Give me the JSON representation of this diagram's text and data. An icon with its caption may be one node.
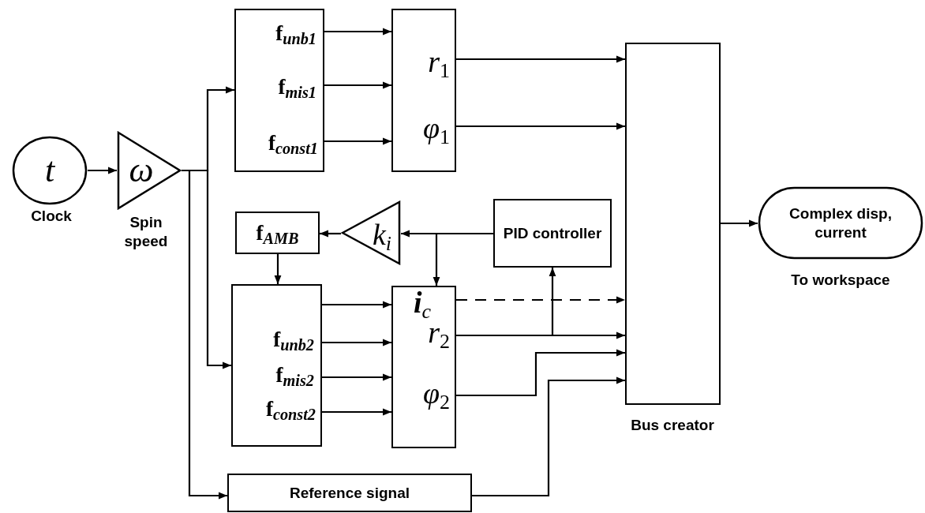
{
  "diagram": {
    "nodes": [
      {
        "text": [
          "t"
        ],
        "beside": [
          "Clock"
        ]
      },
      {
        "text": [
          "ω"
        ],
        "beside": [
          "Spin speed"
        ]
      },
      {
        "text": [
          "**f**$_{unb1}$",
          "**f**$_{mis1}$",
          "**f**$_{const1}$"
        ]
      },
      {
        "text": [
          "*r*$_{1}$",
          "*φ*$_{1}$"
        ]
      },
      {
        "text": [
          "**f**$_{AMB}$"
        ]
      },
      {
        "text": [
          "*k*$_{i}$"
        ]
      },
      {
        "text": [
          "PID controller"
        ]
      },
      {
        "text": [
          "**f**$_{unb2}$",
          "**f**$_{mis2}$",
          "**f**$_{const2}$"
        ]
      },
      {
        "text": [
          "**i**$_{c}$",
          "*r*$_{2}$",
          "*φ*$_{2}$"
        ]
      },
      {
        "text": [
          "Reference signal"
        ]
      },
      {
        "text": [],
        "shape": "box",
        "beside": [
          "Bus creator"
        ]
      },
      {
        "text": [
          "Complex disp, current"
        ],
        "beside": [
          "To workspace"
        ]
      }
    ],
    "edges": [
      {
        "from": 0,
        "to": 1,
        "arrow": "to"
      },
      {
        "from": 1,
        "to": 2,
        "arrow": "to"
      },
      {
        "from": 1,
        "to": 7,
        "arrow": "to"
      },
      {
        "from": 1,
        "to": 9,
        "arrow": "to"
      },
      {
        "from": 2,
        "to": 3,
        "arrow": "to"
      },
      {
        "from": 2,
        "to": 3,
        "arrow": "to"
      },
      {
        "from": 2,
        "to": 3,
        "arrow": "to"
      },
      {
        "from": 3,
        "to": 10,
        "arrow": "to"
      },
      {
        "from": 3,
        "to": 10,
        "arrow": "to"
      },
      {
        "from": 6,
        "to": 5,
        "arrow": "to"
      },
      {
        "from": 6,
        "to": 8,
        "arrow": "to"
      },
      {
        "from": 5,
        "to": 4,
        "arrow": "to"
      },
      {
        "from": 4,
        "to": 7,
        "arrow": "to"
      },
      {
        "from": 7,
        "to": 8,
        "arrow": "to"
      },
      {
        "from": 7,
        "to": 8,
        "arrow": "to"
      },
      {
        "from": 7,
        "to": 8,
        "arrow": "to"
      },
      {
        "from": 7,
        "to": 8,
        "arrow": "to"
      },
      {
        "from": 8,
        "to": 10,
        "arrow": "to",
        "style": "dashed"
      },
      {
        "from": 8,
        "to": 10,
        "arrow": "to"
      },
      {
        "from": 8,
        "to": 6,
        "arrow": "to"
      },
      {
        "from": 8,
        "to": 10,
        "arrow": "to"
      },
      {
        "from": 9,
        "to": 10,
        "arrow": "to"
      },
      {
        "from": 10,
        "to": 11,
        "arrow": "to"
      }
    ]
  }
}
